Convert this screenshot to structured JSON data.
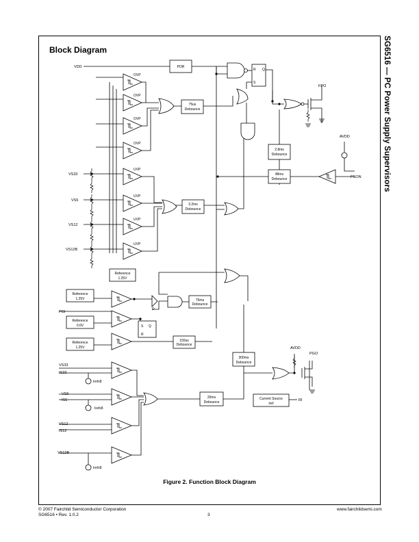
{
  "document": {
    "side_title": "SG6516 — PC Power Supply Supervisors",
    "section_heading": "Block Diagram",
    "figure_caption": "Figure 2.   Function Block Diagram"
  },
  "footer": {
    "copyright": "© 2007 Fairchild Semiconductor Corporation",
    "part_rev": "SG6516  •  Rev. 1.0.2",
    "page_number": "3",
    "website": "www.fairchildsemi.com"
  },
  "diagram": {
    "pins": {
      "vdd": "VDD",
      "vs33": "VS33",
      "vs5": "VS5",
      "vs12": "VS12",
      "vs12b": "VS12B",
      "pgi": "PGI",
      "fpo": "FPO",
      "avdd": "AVDD",
      "pson": "PSON",
      "pgo": "PGO",
      "ri": "RI",
      "vs33_b": "VS33",
      "is33": "IS33",
      "vs5_b": "VS5",
      "is5": "IS5",
      "vs12_b": "VS12",
      "is12": "IS12",
      "vs12b_b": "VS12B",
      "avdd_b": "AVDD"
    },
    "blocks": {
      "por": "POR",
      "deb_75us": [
        "75us",
        "Debounce"
      ],
      "deb_3_2ms": [
        "3.2ms",
        "Debounce"
      ],
      "deb_2_8ms": [
        "2.8ms",
        "Debounce"
      ],
      "deb_48ms": [
        "48ms",
        "Debounce"
      ],
      "deb_75ms": [
        "75ms",
        "Debounce"
      ],
      "deb_150us": [
        "150us",
        "Debounce"
      ],
      "deb_300ms": [
        "300ms",
        "Debounce"
      ],
      "deb_20ms": [
        "20ms",
        "Debounce"
      ],
      "ref_125_a": [
        "Reference",
        "1.25V"
      ],
      "ref_125_b": [
        "Reference",
        "1.25V"
      ],
      "ref_06": [
        "Reference",
        "0.6V"
      ],
      "ref_125_c": [
        "Reference",
        "1.25V"
      ],
      "cur_src": [
        "Current Source",
        "Iref"
      ]
    },
    "comparator_labels": [
      "OVP",
      "OVP",
      "OVP",
      "OVP",
      "UVP",
      "UVP",
      "UVP",
      "UVP"
    ],
    "latch_labels": {
      "r": "R",
      "q": "Q",
      "s": "S",
      "d": "D"
    },
    "sink_labels": [
      "Irefx8",
      "Irefx8",
      "Irefx8"
    ]
  }
}
